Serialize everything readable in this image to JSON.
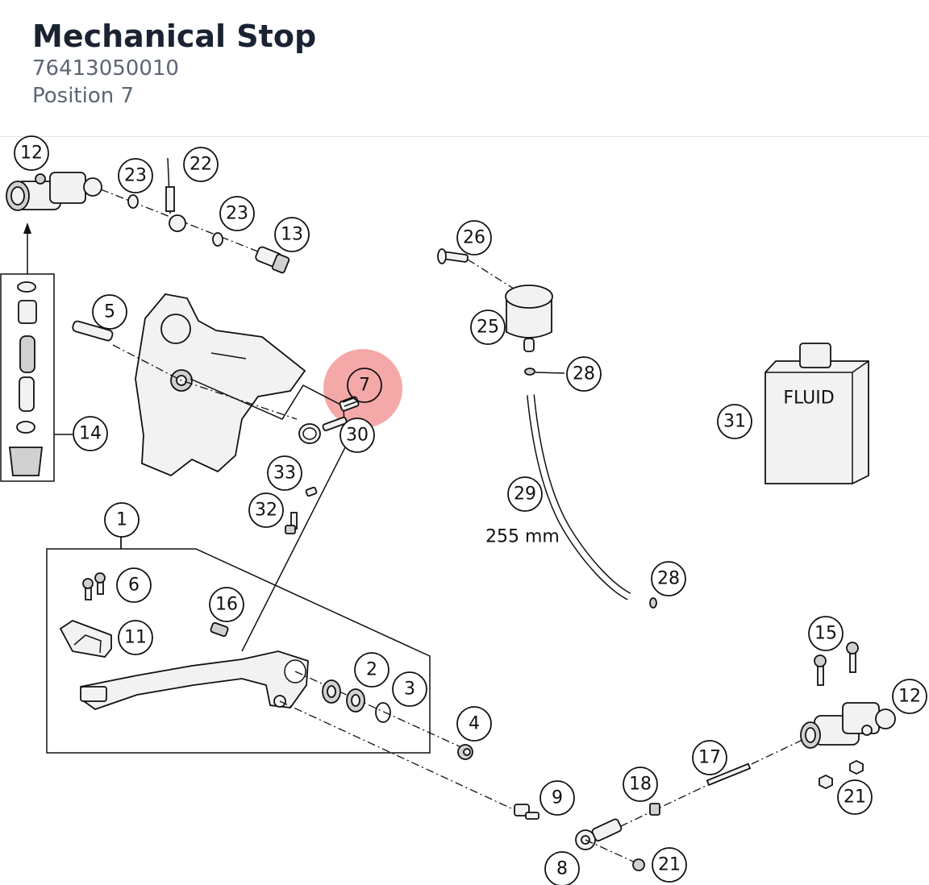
{
  "header": {
    "title": "Mechanical Stop",
    "part_number": "76413050010",
    "position": "Position 7"
  },
  "diagram": {
    "highlight_color": "#ef7a7a",
    "highlighted_callout": "7",
    "hose_length_label": "255 mm",
    "fluid_label": "FLUID",
    "callouts": {
      "c12a": "12",
      "c23a": "23",
      "c22": "22",
      "c23b": "23",
      "c13": "13",
      "c26": "26",
      "c25": "25",
      "c28a": "28",
      "c31": "31",
      "c29": "29",
      "c28b": "28",
      "c5": "5",
      "c7": "7",
      "c30": "30",
      "c14": "14",
      "c33": "33",
      "c32": "32",
      "c1": "1",
      "c6": "6",
      "c11": "11",
      "c16": "16",
      "c2": "2",
      "c3": "3",
      "c4": "4",
      "c15": "15",
      "c12b": "12",
      "c17": "17",
      "c18": "18",
      "c21a": "21",
      "c9": "9",
      "c8": "8",
      "c21b": "21"
    }
  }
}
